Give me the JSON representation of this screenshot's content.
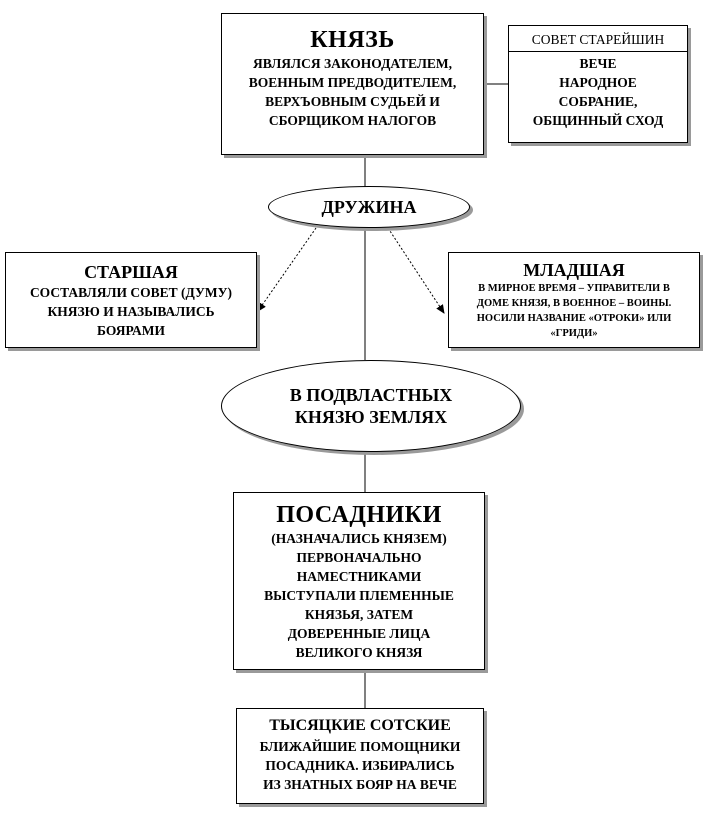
{
  "prince": {
    "title": "КНЯЗЬ",
    "lines": [
      "ЯВЛЯЛСЯ ЗАКОНОДАТЕЛЕМ,",
      "ВОЕННЫМ ПРЕДВОДИТЕЛЕМ,",
      "ВЕРХЪОВНЫМ СУДЬЕЙ И",
      "СБОРЩИКОМ НАЛОГОВ"
    ]
  },
  "council": {
    "top": "СОВЕТ СТАРЕЙШИН",
    "title": "ВЕЧЕ",
    "lines": [
      "НАРОДНОЕ",
      "СОБРАНИЕ,",
      "ОБЩИННЫЙ СХОД"
    ]
  },
  "druzhina": {
    "label": "ДРУЖИНА"
  },
  "senior": {
    "title": "СТАРШАЯ",
    "lines": [
      "СОСТАВЛЯЛИ СОВЕТ (ДУМУ)",
      "КНЯЗЮ И НАЗЫВАЛИСЬ",
      "БОЯРАМИ"
    ]
  },
  "junior": {
    "title": "МЛАДШАЯ",
    "lines": [
      "В МИРНОЕ ВРЕМЯ – УПРАВИТЕЛИ В",
      "ДОМЕ КНЯЗЯ, В ВОЕННОЕ – ВОИНЫ.",
      "НОСИЛИ НАЗВАНИЕ «ОТРОКИ» ИЛИ",
      "«ГРИДИ»"
    ]
  },
  "lands": {
    "lines": [
      "В ПОДВЛАСТНЫХ",
      "КНЯЗЮ ЗЕМЛЯХ"
    ]
  },
  "posadniki": {
    "title": "ПОСАДНИКИ",
    "lines": [
      "(НАЗНАЧАЛИСЬ КНЯЗЕМ)",
      "ПЕРВОНАЧАЛЬНО",
      "НАМЕСТНИКАМИ",
      "ВЫСТУПАЛИ ПЛЕМЕННЫЕ",
      "КНЯЗЬЯ, ЗАТЕМ",
      "ДОВЕРЕННЫЕ ЛИЦА",
      "ВЕЛИКОГО КНЯЗЯ"
    ]
  },
  "thousands": {
    "title": "ТЫСЯЦКИЕ СОТСКИЕ",
    "lines": [
      "БЛИЖАЙШИЕ ПОМОЩНИКИ",
      "ПОСАДНИКА. ИЗБИРАЛИСЬ",
      "ИЗ ЗНАТНЫХ БОЯР НА ВЕЧЕ"
    ]
  }
}
